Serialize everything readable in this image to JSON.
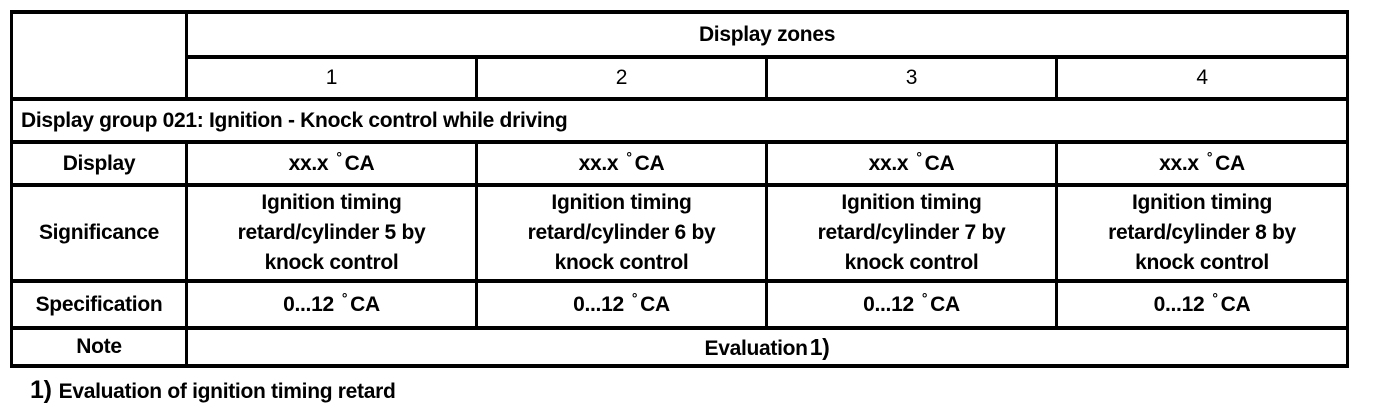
{
  "colors": {
    "background": "#ffffff",
    "border": "#000000",
    "text": "#000000"
  },
  "table": {
    "zones_header": "Display zones",
    "zone_numbers": [
      "1",
      "2",
      "3",
      "4"
    ],
    "group_title": "Display group 021: Ignition - Knock control while driving",
    "row_labels": {
      "display": "Display",
      "significance": "Significance",
      "specification": "Specification",
      "note": "Note"
    },
    "degree": "°",
    "zones": [
      {
        "display_value": "xx.x",
        "display_unit": "CA",
        "significance_lines": [
          "Ignition timing",
          "retard/cylinder 5 by",
          "knock control"
        ],
        "spec_value": "0...12",
        "spec_unit": "CA"
      },
      {
        "display_value": "xx.x",
        "display_unit": "CA",
        "significance_lines": [
          "Ignition timing",
          "retard/cylinder 6 by",
          "knock control"
        ],
        "spec_value": "0...12",
        "spec_unit": "CA"
      },
      {
        "display_value": "xx.x",
        "display_unit": "CA",
        "significance_lines": [
          "Ignition timing",
          "retard/cylinder 7 by",
          "knock control"
        ],
        "spec_value": "0...12",
        "spec_unit": "CA"
      },
      {
        "display_value": "xx.x",
        "display_unit": "CA",
        "significance_lines": [
          "Ignition timing",
          "retard/cylinder 8 by",
          "knock control"
        ],
        "spec_value": "0...12",
        "spec_unit": "CA"
      }
    ],
    "note": {
      "text": "Evaluation",
      "ref": "1)"
    }
  },
  "footnote": {
    "ref": "1)",
    "text": "Evaluation of ignition timing retard"
  }
}
